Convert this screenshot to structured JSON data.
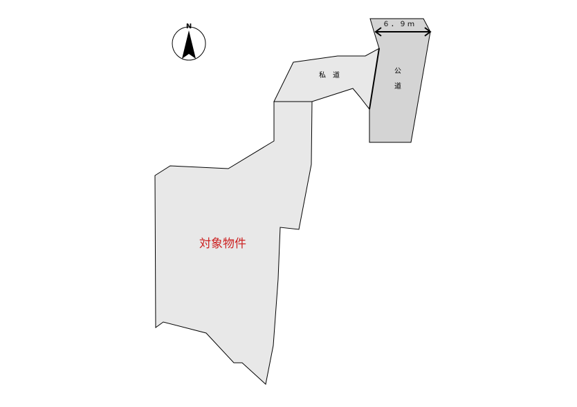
{
  "compass": {
    "label": "N"
  },
  "labels": {
    "subject_property": "対象物件",
    "private_road": "私　道",
    "public_road_1": "公",
    "public_road_2": "道",
    "road_width": "６．９ｍ"
  },
  "colors": {
    "parcel_fill": "#e8e8e8",
    "public_road_fill": "#d4d4d4",
    "subject_text": "#cc2222",
    "outline": "#000000"
  }
}
